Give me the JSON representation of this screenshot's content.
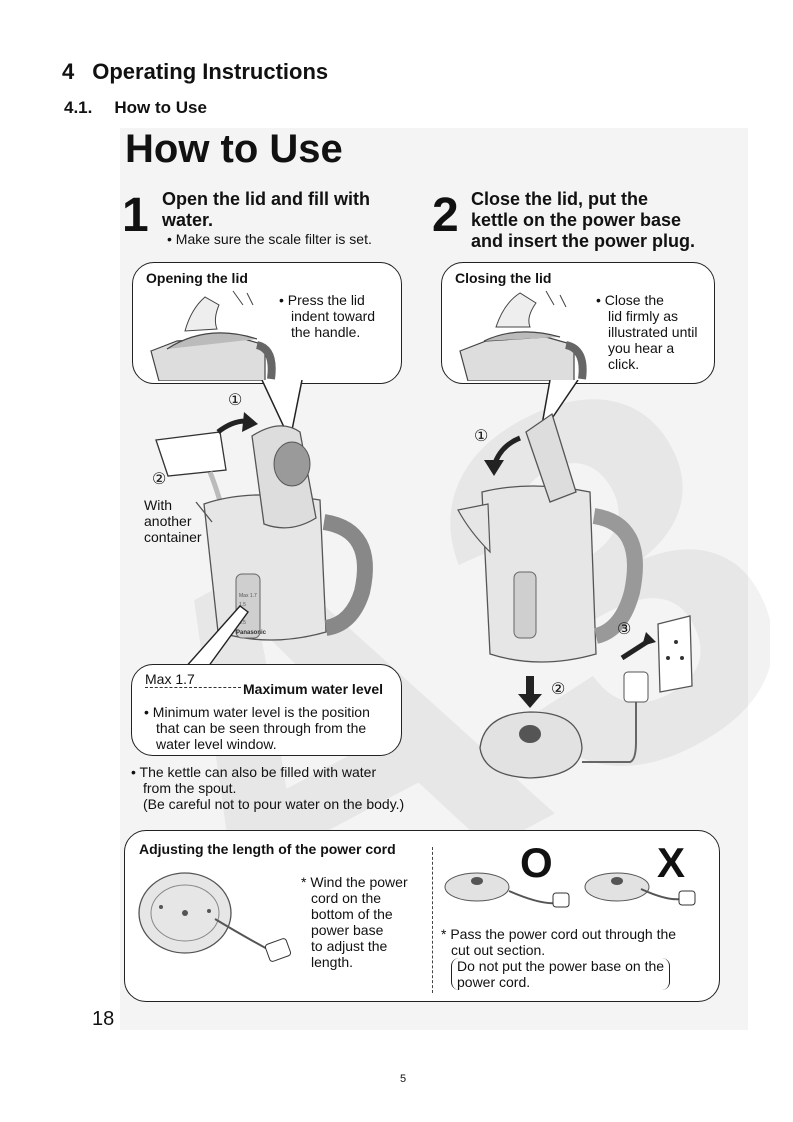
{
  "section": {
    "number": "4",
    "title": "Operating Instructions"
  },
  "subsection": {
    "number": "4.1.",
    "title": "How to Use"
  },
  "main_title": "How to Use",
  "watermark": "A3",
  "step1": {
    "number": "1",
    "title_line1": "Open the lid and fill with",
    "title_line2": "water.",
    "note": "• Make sure the scale filter is set.",
    "bubble_title": "Opening the lid",
    "bubble_text": [
      "• Press the lid",
      "indent toward",
      "the handle."
    ],
    "marker_1": "①",
    "marker_2": "②",
    "container_label": [
      "With",
      "another",
      "container"
    ]
  },
  "step2": {
    "number": "2",
    "title_lines": [
      "Close the lid, put the",
      "kettle on the power base",
      "and insert the power plug."
    ],
    "bubble_title": "Closing the lid",
    "bubble_text": [
      "• Close the",
      "lid firmly as",
      "illustrated until",
      "you hear a",
      "click."
    ],
    "marker_1": "①",
    "marker_2": "②",
    "marker_3": "③"
  },
  "water_level": {
    "max_label": "Max 1.7",
    "max_caption": "Maximum water level",
    "min_text": [
      "• Minimum water level is the position",
      "that can be seen through from the",
      "water level window."
    ],
    "scale_marks": [
      "Max 1.7",
      "1.5",
      "1.0",
      "0.5"
    ],
    "brand": "Panasonic"
  },
  "spout_note": [
    "• The kettle can also be filled with water",
    "from the spout.",
    "(Be careful not to pour water on the body.)"
  ],
  "cord_box": {
    "title": "Adjusting the length of the power cord",
    "wind_text": [
      "* Wind the power",
      "cord on the",
      "bottom of the",
      "power base",
      "to adjust the",
      "length."
    ],
    "pass_text": [
      "* Pass the power cord out through the",
      "cut out section."
    ],
    "paren_text": [
      "Do not put the power base on the",
      "power cord."
    ],
    "ok_symbol": "O",
    "ng_symbol": "X"
  },
  "page_left": "18",
  "page_number": "5"
}
